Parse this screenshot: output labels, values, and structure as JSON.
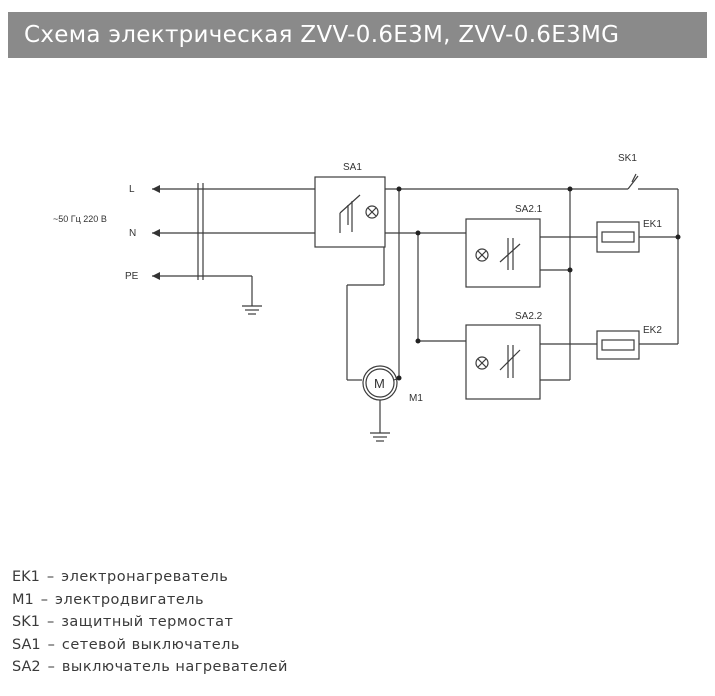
{
  "title": "Схема электрическая ZVV-0.6E3M, ZVV-0.6E3MG",
  "diagram": {
    "terminals": {
      "L": "L",
      "N": "N",
      "PE": "PE"
    },
    "supply": "~50 Гц 220 В",
    "components": {
      "SA1": "SA1",
      "SK1": "SK1",
      "SA2_1": "SA2.1",
      "SA2_2": "SA2.2",
      "EK1": "EK1",
      "EK2": "EK2",
      "M1": "M1",
      "motor_symbol": "M"
    }
  },
  "legend": [
    {
      "code": "EK1",
      "dash": "–",
      "desc": "электронагреватель"
    },
    {
      "code": "M1",
      "dash": "–",
      "desc": "электродвигатель"
    },
    {
      "code": "SK1",
      "dash": "–",
      "desc": "защитный термостат"
    },
    {
      "code": "SA1",
      "dash": "–",
      "desc": "сетевой выключатель"
    },
    {
      "code": "SA2",
      "dash": "–",
      "desc": "выключатель нагревателей"
    }
  ]
}
